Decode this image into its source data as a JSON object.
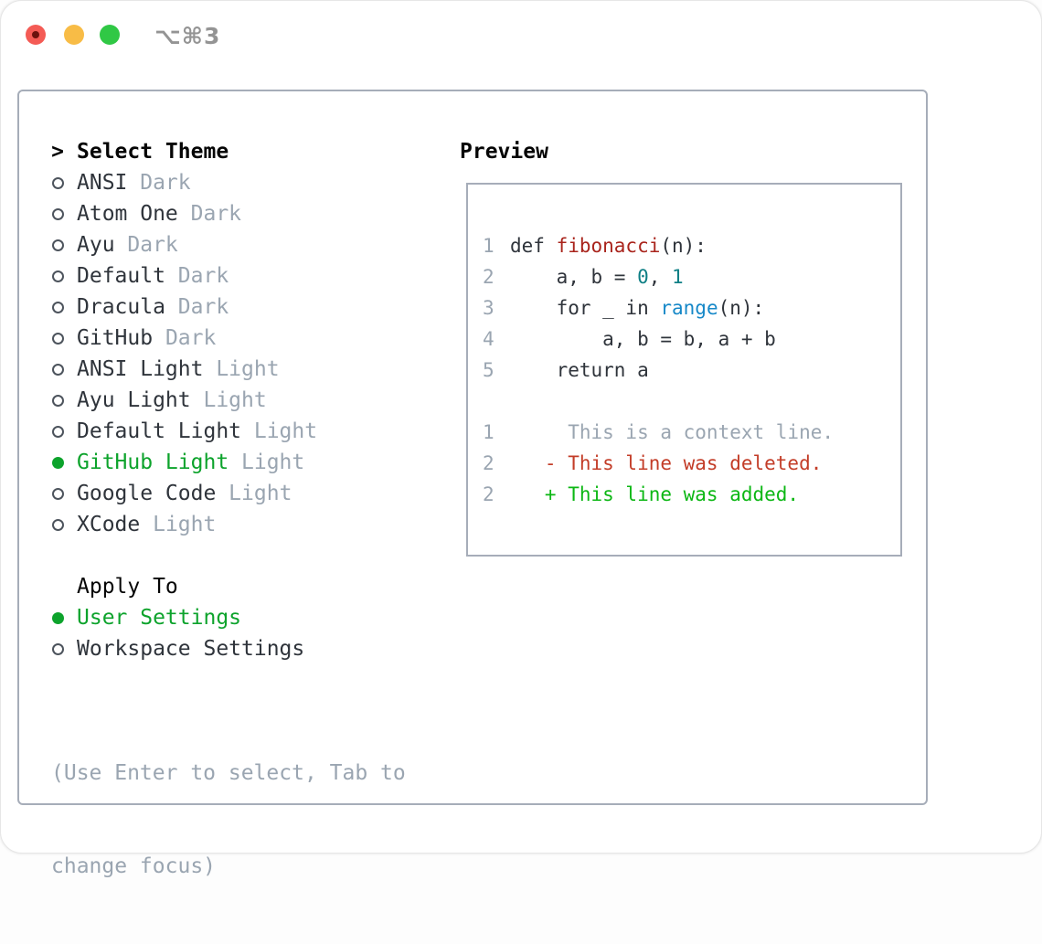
{
  "titlebar": {
    "shortcut_label": "⌥⌘3"
  },
  "theme_panel": {
    "prompt_marker": ">",
    "title": "Select Theme",
    "themes": [
      {
        "name": "ANSI",
        "variant": "Dark",
        "selected": false
      },
      {
        "name": "Atom One",
        "variant": "Dark",
        "selected": false
      },
      {
        "name": "Ayu",
        "variant": "Dark",
        "selected": false
      },
      {
        "name": "Default",
        "variant": "Dark",
        "selected": false
      },
      {
        "name": "Dracula",
        "variant": "Dark",
        "selected": false
      },
      {
        "name": "GitHub",
        "variant": "Dark",
        "selected": false
      },
      {
        "name": "ANSI Light",
        "variant": "Light",
        "selected": false
      },
      {
        "name": "Ayu Light",
        "variant": "Light",
        "selected": false
      },
      {
        "name": "Default Light",
        "variant": "Light",
        "selected": false
      },
      {
        "name": "GitHub Light",
        "variant": "Light",
        "selected": true
      },
      {
        "name": "Google Code",
        "variant": "Light",
        "selected": false
      },
      {
        "name": "XCode",
        "variant": "Light",
        "selected": false
      }
    ],
    "apply_to": {
      "title": "Apply To",
      "options": [
        {
          "name": "User Settings",
          "selected": true
        },
        {
          "name": "Workspace Settings",
          "selected": false
        }
      ]
    },
    "hint_lines": [
      "(Use Enter to select, Tab to",
      "change focus)"
    ]
  },
  "preview": {
    "title": "Preview",
    "lines": [
      {
        "num": "1",
        "segments": [
          {
            "t": "def ",
            "c": "code"
          },
          {
            "t": "fibonacci",
            "c": "func"
          },
          {
            "t": "(n):",
            "c": "code"
          }
        ]
      },
      {
        "num": "2",
        "segments": [
          {
            "t": "    a, b = ",
            "c": "code"
          },
          {
            "t": "0",
            "c": "num"
          },
          {
            "t": ", ",
            "c": "code"
          },
          {
            "t": "1",
            "c": "num"
          }
        ]
      },
      {
        "num": "3",
        "segments": [
          {
            "t": "    for _ in ",
            "c": "code"
          },
          {
            "t": "range",
            "c": "builtin"
          },
          {
            "t": "(n):",
            "c": "code"
          }
        ]
      },
      {
        "num": "4",
        "segments": [
          {
            "t": "        a, b = b, a + b",
            "c": "code"
          }
        ]
      },
      {
        "num": "5",
        "segments": [
          {
            "t": "    return a",
            "c": "code"
          }
        ]
      },
      {
        "num": "",
        "segments": []
      },
      {
        "num": "1",
        "segments": [
          {
            "t": "     This is a context line.",
            "c": "context"
          }
        ]
      },
      {
        "num": "2",
        "segments": [
          {
            "t": "   - This line was deleted.",
            "c": "deleted"
          }
        ]
      },
      {
        "num": "2",
        "segments": [
          {
            "t": "   + This line was added.",
            "c": "added"
          }
        ]
      }
    ]
  },
  "colors": {
    "text": "#2f343b",
    "title": "#050505",
    "muted": "#9aa5b1",
    "border": "#a6adb9",
    "accent": "#0da32c",
    "func": "#a9241c",
    "number": "#0e7f85",
    "builtin": "#1688c8",
    "deleted": "#c33d28",
    "added": "#0cb714",
    "tl_red": "#f45b55",
    "tl_red_dot": "#6b120d",
    "tl_yellow": "#f8bc46",
    "tl_green": "#30c845",
    "shortcut": "#949494"
  }
}
